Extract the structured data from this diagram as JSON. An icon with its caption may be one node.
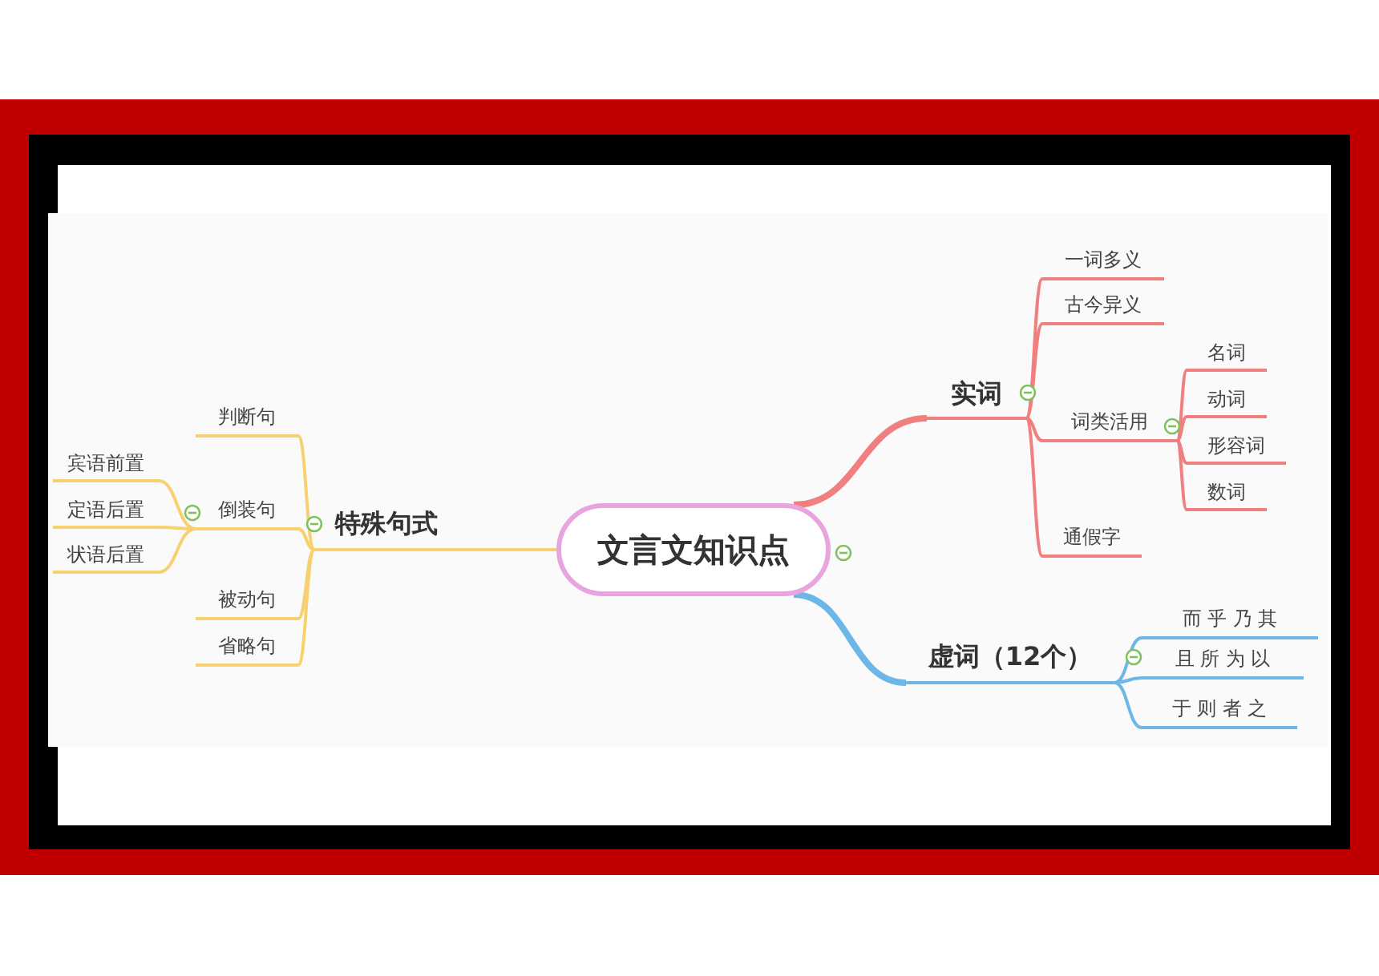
{
  "diagram": {
    "nodes": [
      {
        "text": [
          "文言文知识点"
        ]
      },
      {
        "text": [
          "实词"
        ]
      },
      {
        "text": [
          "一词多义"
        ]
      },
      {
        "text": [
          "古今异义"
        ]
      },
      {
        "text": [
          "词类活用"
        ]
      },
      {
        "text": [
          "通假字"
        ]
      },
      {
        "text": [
          "名词"
        ]
      },
      {
        "text": [
          "动词"
        ]
      },
      {
        "text": [
          "形容词"
        ]
      },
      {
        "text": [
          "数词"
        ]
      },
      {
        "text": [
          "虚词（12个）"
        ]
      },
      {
        "text": [
          "而 乎 乃 其"
        ]
      },
      {
        "text": [
          "且 所 为 以"
        ]
      },
      {
        "text": [
          "于 则 者 之"
        ]
      },
      {
        "text": [
          "特殊句式"
        ]
      },
      {
        "text": [
          "判断句"
        ]
      },
      {
        "text": [
          "倒装句"
        ]
      },
      {
        "text": [
          "被动句"
        ]
      },
      {
        "text": [
          "省略句"
        ]
      },
      {
        "text": [
          "宾语前置"
        ]
      },
      {
        "text": [
          "定语后置"
        ]
      },
      {
        "text": [
          "状语后置"
        ]
      }
    ],
    "edges": [
      {
        "from": 0,
        "to": 1,
        "arrow": "none",
        "style": "thick"
      },
      {
        "from": 1,
        "to": 2,
        "arrow": "none"
      },
      {
        "from": 1,
        "to": 3,
        "arrow": "none"
      },
      {
        "from": 1,
        "to": 4,
        "arrow": "none"
      },
      {
        "from": 1,
        "to": 5,
        "arrow": "none"
      },
      {
        "from": 4,
        "to": 6,
        "arrow": "none"
      },
      {
        "from": 4,
        "to": 7,
        "arrow": "none"
      },
      {
        "from": 4,
        "to": 8,
        "arrow": "none"
      },
      {
        "from": 4,
        "to": 9,
        "arrow": "none"
      },
      {
        "from": 0,
        "to": 10,
        "arrow": "none",
        "style": "thick",
        "color": "#6cb6e8"
      },
      {
        "from": 10,
        "to": 11,
        "arrow": "none",
        "color": "#6cb6e8"
      },
      {
        "from": 10,
        "to": 12,
        "arrow": "none",
        "color": "#6cb6e8"
      },
      {
        "from": 10,
        "to": 13,
        "arrow": "none",
        "color": "#6cb6e8"
      },
      {
        "from": 0,
        "to": 14,
        "arrow": "none",
        "color": "#f7d070"
      },
      {
        "from": 14,
        "to": 15,
        "arrow": "none",
        "color": "#f7d070"
      },
      {
        "from": 14,
        "to": 16,
        "arrow": "none",
        "color": "#f7d070"
      },
      {
        "from": 14,
        "to": 17,
        "arrow": "none",
        "color": "#f7d070"
      },
      {
        "from": 14,
        "to": 18,
        "arrow": "none",
        "color": "#f7d070"
      },
      {
        "from": 16,
        "to": 19,
        "arrow": "none",
        "color": "#f7d070"
      },
      {
        "from": 16,
        "to": 20,
        "arrow": "none",
        "color": "#f7d070"
      },
      {
        "from": 16,
        "to": 21,
        "arrow": "none",
        "color": "#f7d070"
      }
    ]
  }
}
